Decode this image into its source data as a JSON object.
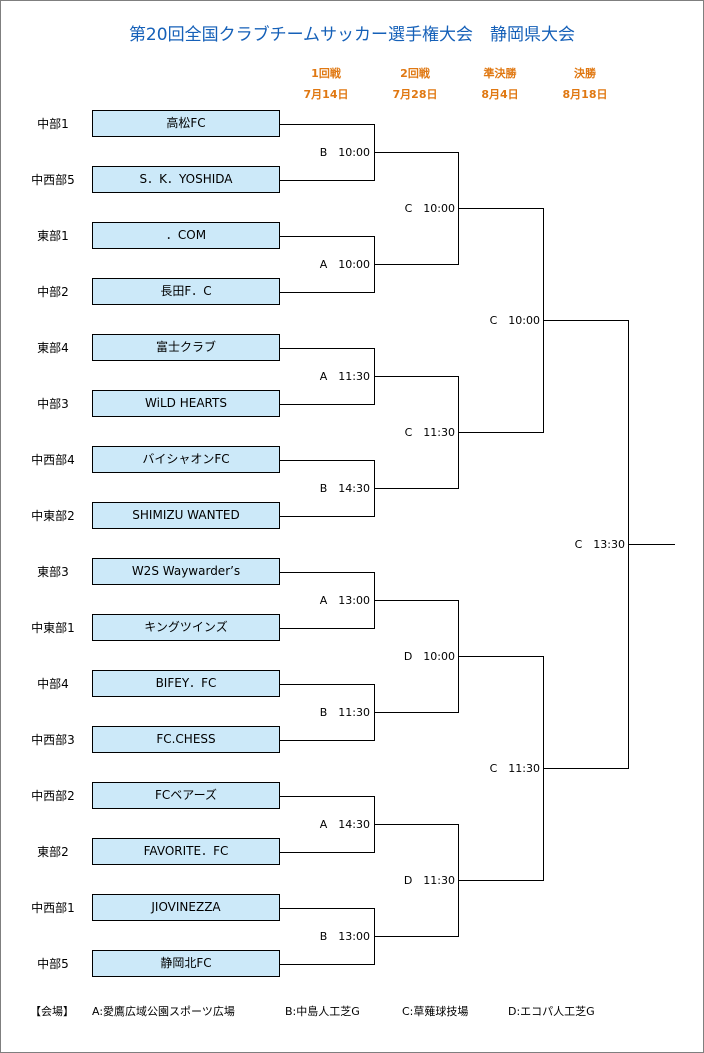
{
  "title": "第20回全国クラブチームサッカー選手権大会　静岡県大会",
  "rounds": [
    {
      "name": "1回戦",
      "date": "7月14日"
    },
    {
      "name": "2回戦",
      "date": "7月28日"
    },
    {
      "name": "準決勝",
      "date": "8月4日"
    },
    {
      "name": "決勝",
      "date": "8月18日"
    }
  ],
  "teams": [
    {
      "region": "中部1",
      "name": "高松FC"
    },
    {
      "region": "中西部5",
      "name": "S．K．YOSHIDA"
    },
    {
      "region": "東部1",
      "name": "．COM"
    },
    {
      "region": "中部2",
      "name": "長田F．C"
    },
    {
      "region": "東部4",
      "name": "富士クラブ"
    },
    {
      "region": "中部3",
      "name": "WiLD HEARTS"
    },
    {
      "region": "中西部4",
      "name": "バイシャオンFC"
    },
    {
      "region": "中東部2",
      "name": "SHIMIZU WANTED"
    },
    {
      "region": "東部3",
      "name": "W2S Waywarder’s"
    },
    {
      "region": "中東部1",
      "name": "キングツインズ"
    },
    {
      "region": "中部4",
      "name": "BIFEY．FC"
    },
    {
      "region": "中西部3",
      "name": "FC.CHESS"
    },
    {
      "region": "中西部2",
      "name": "FCベアーズ"
    },
    {
      "region": "東部2",
      "name": "FAVORITE．FC"
    },
    {
      "region": "中西部1",
      "name": "JIOVINEZZA"
    },
    {
      "region": "中部5",
      "name": "静岡北FC"
    }
  ],
  "round1_matches": [
    "B　10:00",
    "A　10:00",
    "A　11:30",
    "B　14:30",
    "A　13:00",
    "B　11:30",
    "A　14:30",
    "B　13:00"
  ],
  "round2_matches": [
    "C　10:00",
    "C　11:30",
    "D　10:00",
    "D　11:30"
  ],
  "semifinal_matches": [
    "C　10:00",
    "C　11:30"
  ],
  "final_match": "C　13:30",
  "venues": {
    "label": "【会場】",
    "A": "A:愛鷹広域公園スポーツ広場",
    "B": "B:中島人工芝G",
    "C": "C:草薙球技場",
    "D": "D:エコパ人工芝G"
  }
}
